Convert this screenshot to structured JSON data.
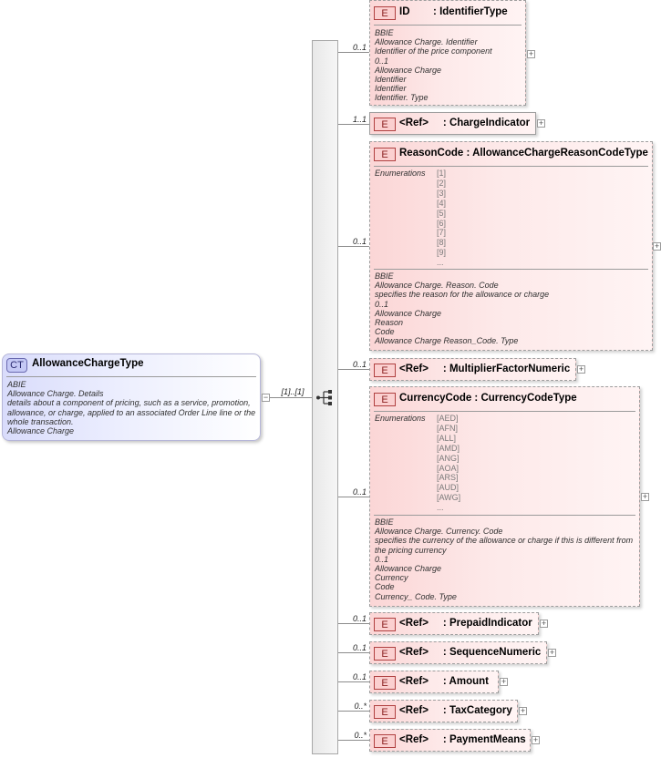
{
  "complex_type": {
    "badge": "CT",
    "name": "AllowanceChargeType",
    "annotation": [
      "ABIE",
      "Allowance Charge. Details",
      "details about a component of pricing, such as a service, promotion,",
      "allowance, or charge, applied to an associated Order Line line or the",
      "whole transaction.",
      "Allowance Charge"
    ],
    "cardinality": "[1]..[1]"
  },
  "element_badge": "E",
  "elements": [
    {
      "cardinality": "0..1",
      "title": "ID        : IdentifierType",
      "annotation": [
        "BBIE",
        "Allowance Charge. Identifier",
        "Identifier of the price component",
        "0..1",
        "Allowance Charge",
        "Identifier",
        "Identifier",
        "Identifier. Type"
      ]
    },
    {
      "cardinality": "1..1",
      "title": "<Ref>     : ChargeIndicator"
    },
    {
      "cardinality": "0..1",
      "title": "ReasonCode : AllowanceChargeReasonCodeType",
      "enum_label": "Enumerations",
      "enumerations": [
        "[1]",
        "[2]",
        "[3]",
        "[4]",
        "[5]",
        "[6]",
        "[7]",
        "[8]",
        "[9]",
        "..."
      ],
      "annotation": [
        "BBIE",
        "Allowance Charge. Reason. Code",
        "specifies the reason for the allowance or charge",
        "0..1",
        "Allowance Charge",
        "Reason",
        "Code",
        "Allowance Charge Reason_Code. Type"
      ]
    },
    {
      "cardinality": "0..1",
      "title": "<Ref>     : MultiplierFactorNumeric"
    },
    {
      "cardinality": "0..1",
      "title": "CurrencyCode : CurrencyCodeType",
      "enum_label": "Enumerations",
      "enumerations": [
        "[AED]",
        "[AFN]",
        "[ALL]",
        "[AMD]",
        "[ANG]",
        "[AOA]",
        "[ARS]",
        "[AUD]",
        "[AWG]",
        "..."
      ],
      "annotation": [
        "BBIE",
        "Allowance Charge. Currency. Code",
        "specifies the currency of the allowance or charge if this is different from",
        "the pricing currency",
        "0..1",
        "Allowance Charge",
        "Currency",
        "Code",
        "Currency_ Code. Type"
      ]
    },
    {
      "cardinality": "0..1",
      "title": "<Ref>     : PrepaidIndicator"
    },
    {
      "cardinality": "0..1",
      "title": "<Ref>     : SequenceNumeric"
    },
    {
      "cardinality": "0..1",
      "title": "<Ref>     : Amount"
    },
    {
      "cardinality": "0..*",
      "title": "<Ref>     : TaxCategory"
    },
    {
      "cardinality": "0..*",
      "title": "<Ref>     : PaymentMeans"
    }
  ],
  "colors": {
    "complex_type_fill": "#d9dcfb",
    "element_fill": "#fbd6d6",
    "connector": "#8c8c8c"
  }
}
